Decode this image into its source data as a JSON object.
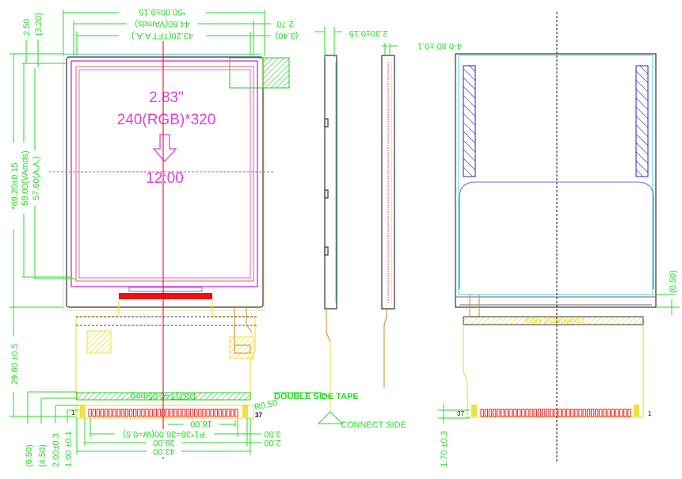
{
  "colors": {
    "dim": "#22dd22",
    "panel": "#e040e0",
    "fpc": "#f0e040",
    "center": "#dd0000",
    "hatch_blue": "#2020c0",
    "cyan": "#40d8e0"
  },
  "front": {
    "size": "2.83\"",
    "resolution": "240(RGB)*320",
    "orientation": "12:00",
    "dst_label": "DST(T=0.05mm)",
    "pin_first": "1",
    "pin_last": "37",
    "radius": "R0.50"
  },
  "dims_top": {
    "outline": "*50.00±0.15",
    "va": "44.60(VAmds)",
    "aa": "43.20(TFT A.A.)",
    "right1": "2.70",
    "right2": "(3.40)",
    "left1": "2.50",
    "left2": "(3.20)"
  },
  "dims_left": {
    "height": "*69.20±0.15",
    "va": "59.00(VAmds)",
    "aa": "57.60(A.A.)",
    "fpc": "29.80 ±0.5",
    "d1": "(6.50)",
    "d2": "(4.50)",
    "d3": "2.00±0.3",
    "d4": "1.00 ±0.1"
  },
  "dims_bottom": {
    "d18": "18.00",
    "pitch": "P1*36=36.00(W=0.5)",
    "d39": "39.00",
    "d43": "43.00",
    "r350": "3.50",
    "r200": "2.00"
  },
  "side": {
    "thickness": "2.30±0.15",
    "tape": "DOUBLE SIDE TAPE",
    "connect": "CONNECT SIDE",
    "holes": "4-0.80 ±0.1"
  },
  "back": {
    "component": "COMPONENT AREA",
    "pin_first": "37",
    "pin_last": "1",
    "gap": "(0.50)",
    "fpc_dim": "1.70 ±0.3"
  }
}
